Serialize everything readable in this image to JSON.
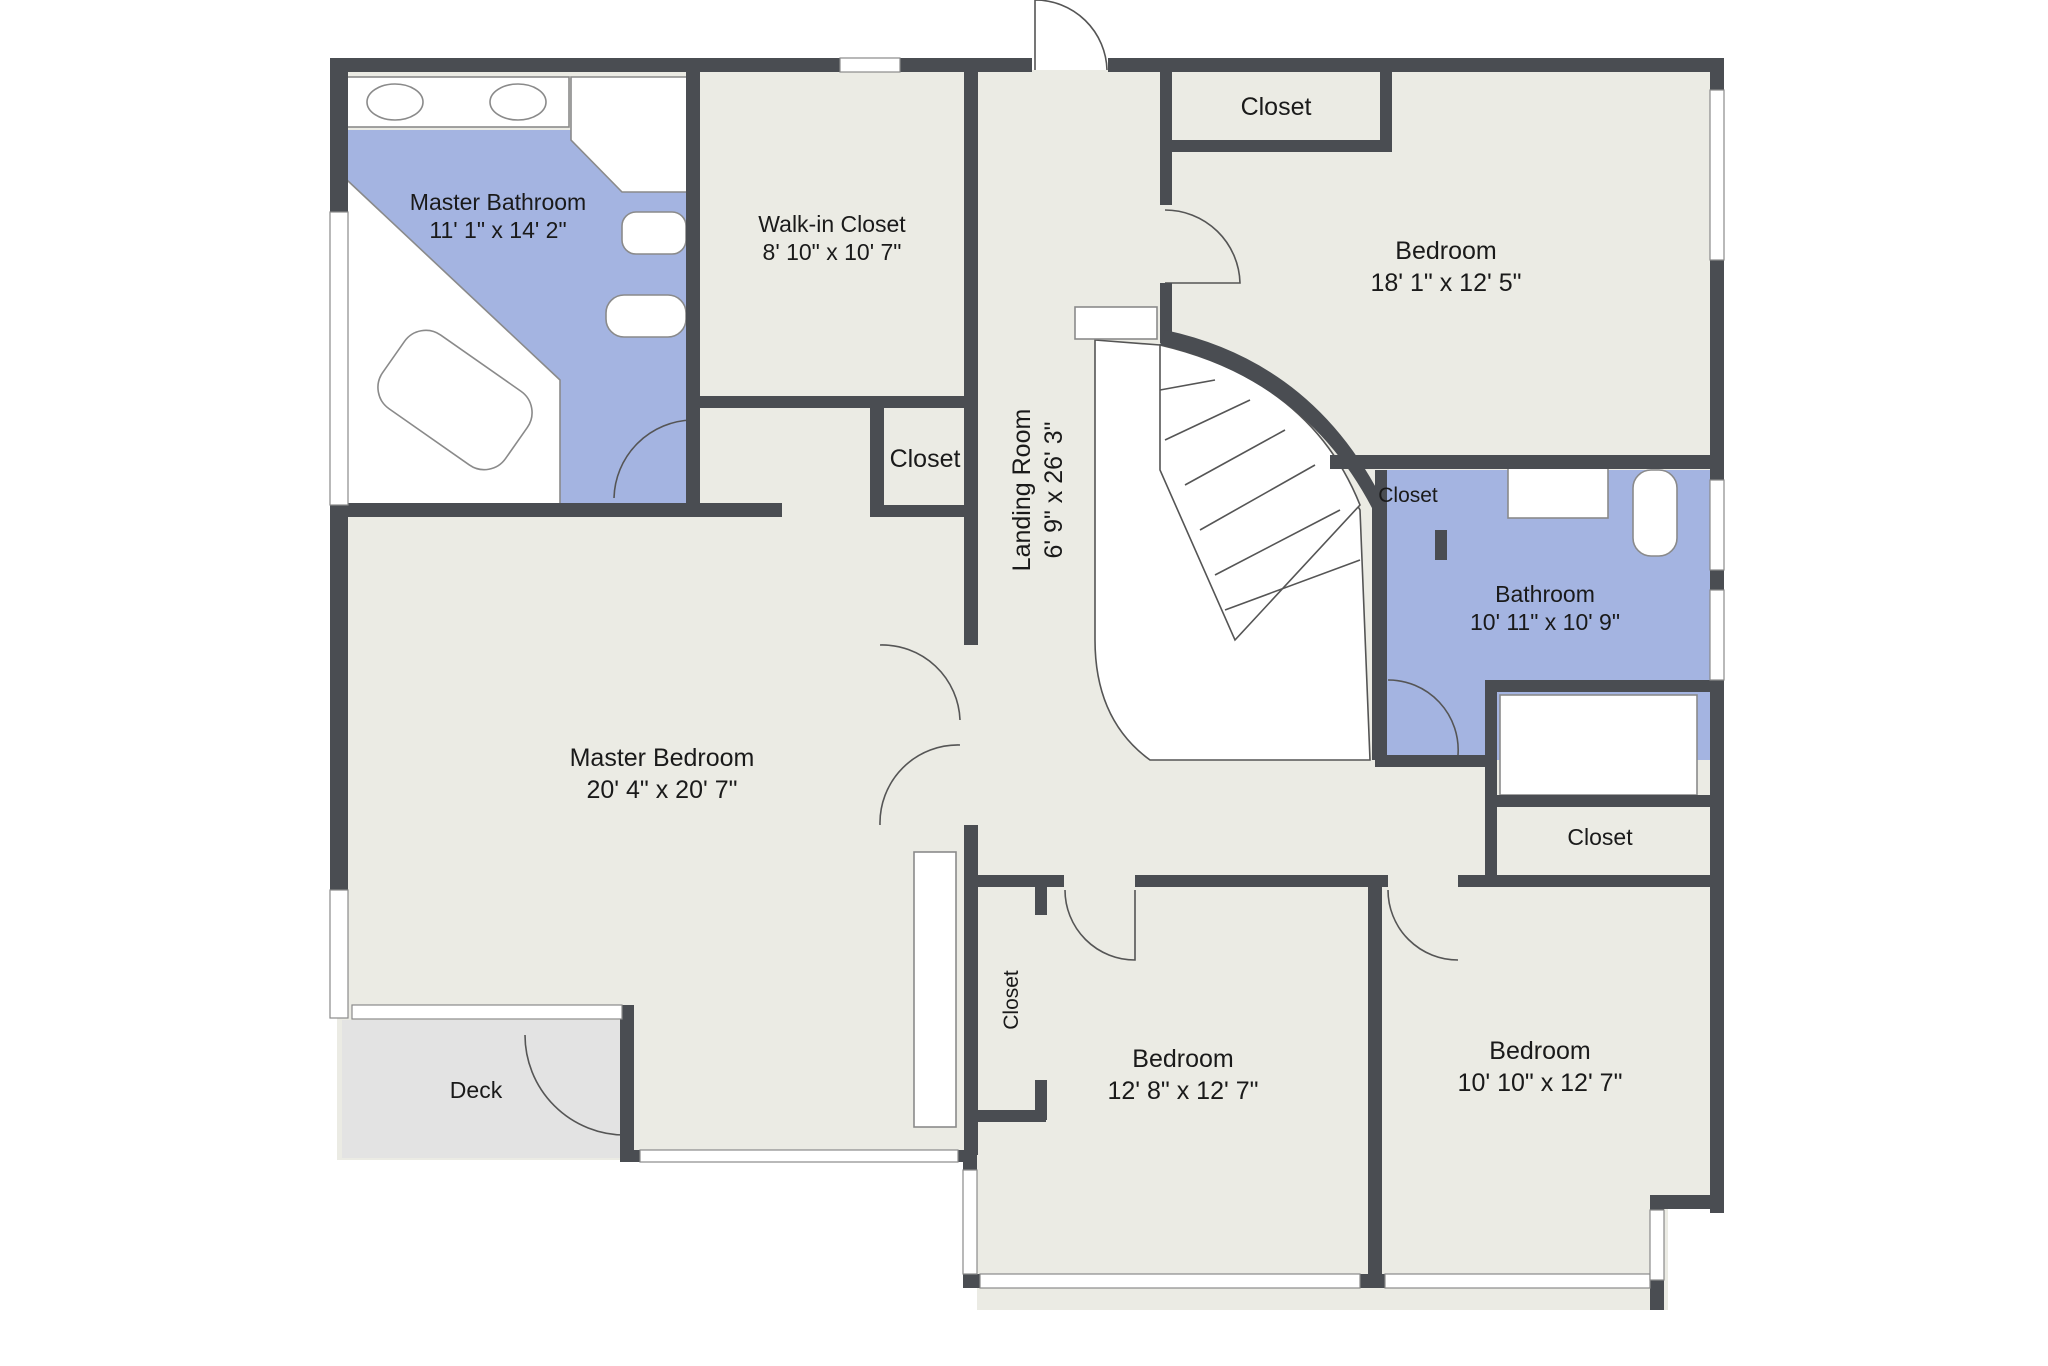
{
  "rooms": {
    "master_bathroom": {
      "name": "Master Bathroom",
      "size": "11' 1\" x 14' 2\""
    },
    "walkin_closet": {
      "name": "Walk-in Closet",
      "size": "8' 10\" x 10' 7\""
    },
    "closet_top": {
      "name": "Closet"
    },
    "bedroom_ne": {
      "name": "Bedroom",
      "size": "18' 1\" x 12' 5\""
    },
    "closet_mid": {
      "name": "Closet"
    },
    "landing": {
      "name": "Landing Room",
      "size": "6' 9\" x 26' 3\""
    },
    "closet_bath": {
      "name": "Closet"
    },
    "bathroom": {
      "name": "Bathroom",
      "size": "10' 11\" x 10' 9\""
    },
    "master_bedroom": {
      "name": "Master Bedroom",
      "size": "20' 4\" x 20' 7\""
    },
    "closet_east": {
      "name": "Closet"
    },
    "closet_vertical": {
      "name": "Closet"
    },
    "bedroom_south": {
      "name": "Bedroom",
      "size": "12' 8\" x 12' 7\""
    },
    "bedroom_se": {
      "name": "Bedroom",
      "size": "10' 10\" x 12' 7\""
    },
    "deck": {
      "name": "Deck"
    }
  },
  "colors": {
    "wall": "#4a4d52",
    "room_floor": "#ebebe4",
    "wet_area": "#a4b4e1",
    "deck": "#e3e3e3"
  }
}
